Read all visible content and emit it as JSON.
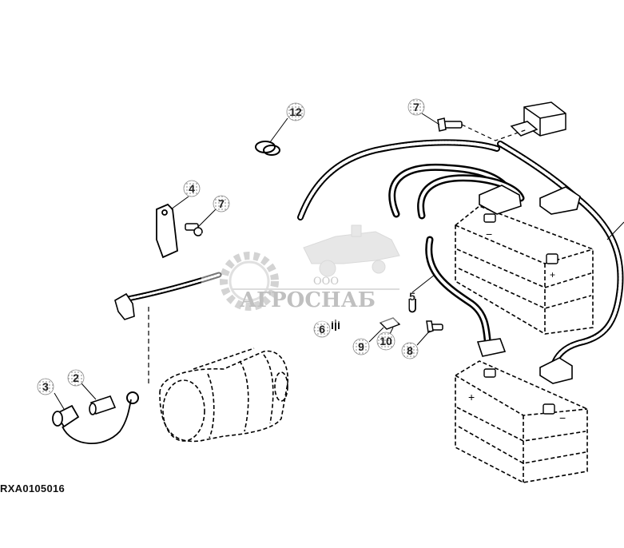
{
  "diagram": {
    "drawing_code": "RXA0105016",
    "callouts": [
      "2",
      "3",
      "4",
      "5",
      "6",
      "7",
      "7",
      "8",
      "9",
      "10",
      "12"
    ]
  },
  "watermark": {
    "prefix": "ООО",
    "name": "АГРОСНАБ"
  }
}
